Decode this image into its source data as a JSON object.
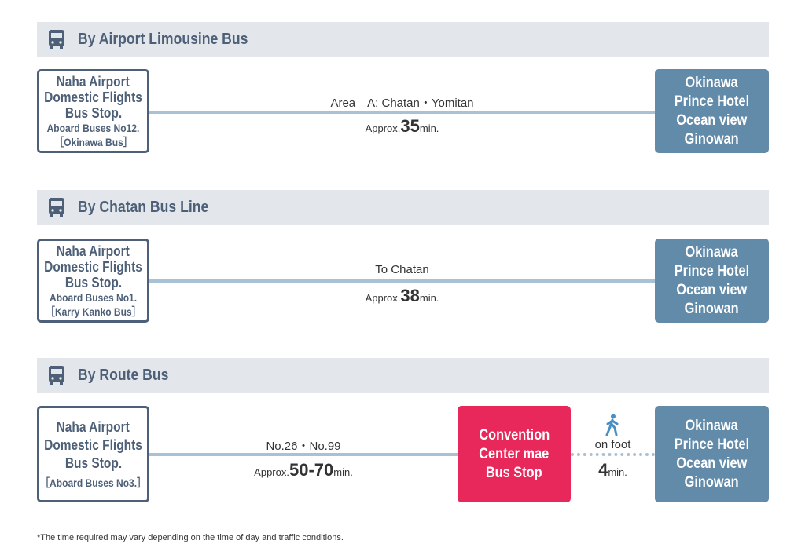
{
  "sections": [
    {
      "title": "By Airport Limousine Bus",
      "origin": {
        "main": [
          "Naha Airport",
          "Domestic Flights",
          "Bus Stop."
        ],
        "sub": [
          "Aboard Buses No12.",
          "［Okinawa Bus］"
        ]
      },
      "route_label": "Area　A: Chatan・Yomitan",
      "time": {
        "prefix": "Approx.",
        "value": "35",
        "suffix": "min."
      },
      "destination": [
        "Okinawa",
        "Prince Hotel",
        "Ocean view",
        "Ginowan"
      ]
    },
    {
      "title": "By Chatan Bus Line",
      "origin": {
        "main": [
          "Naha Airport",
          "Domestic Flights",
          "Bus Stop."
        ],
        "sub": [
          "Aboard Buses No1.",
          "［Karry Kanko Bus］"
        ]
      },
      "route_label": "To Chatan",
      "time": {
        "prefix": "Approx.",
        "value": "38",
        "suffix": "min."
      },
      "destination": [
        "Okinawa",
        "Prince Hotel",
        "Ocean view",
        "Ginowan"
      ]
    },
    {
      "title": "By Route Bus",
      "origin": {
        "main": [
          "Naha Airport",
          "Domestic Flights",
          "Bus Stop."
        ],
        "sub": [
          "［Aboard Buses No3.］"
        ]
      },
      "route_label": "No.26・No.99",
      "time": {
        "prefix": "Approx.",
        "value": "50-70",
        "suffix": "min."
      },
      "transfer": [
        "Convention",
        "Center mae",
        "Bus Stop"
      ],
      "walk": {
        "label": "on foot",
        "value": "4",
        "suffix": "min."
      },
      "destination": [
        "Okinawa",
        "Prince Hotel",
        "Ocean view",
        "Ginowan"
      ]
    }
  ],
  "footnote": "*The time required may vary depending on the time of day and traffic conditions.",
  "colors": {
    "navy": "#4d6078",
    "band": "#e3e7ec",
    "hotel": "#628aa9",
    "transfer": "#e8285a",
    "line": "#a9c1d5"
  },
  "icons": {
    "bus": "bus-icon",
    "walk": "walking-person-icon"
  }
}
